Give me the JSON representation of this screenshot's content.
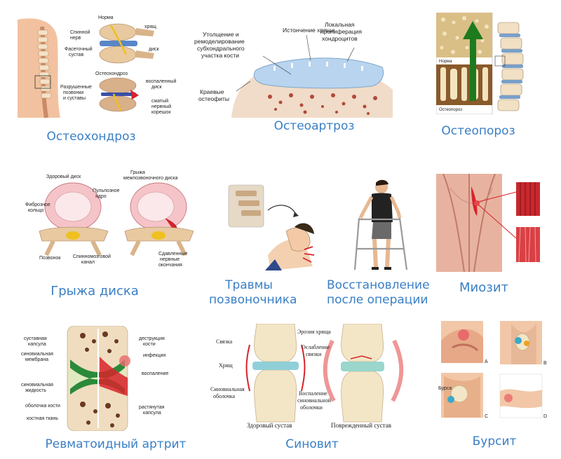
{
  "captions": {
    "osteochondrosis": "Остеохондроз",
    "osteoarthrosis": "Остеоартроз",
    "osteoporosis": "Остеопороз",
    "disc_hernia": "Грыжа диска",
    "spine_trauma_l1": "Травмы",
    "spine_trauma_l2": "позвоночника",
    "recovery_l1": "Восстановление",
    "recovery_l2": "после операции",
    "myositis": "Миозит",
    "rheumatoid": "Ревматоидный артрит",
    "synovitis": "Синовит",
    "bursitis": "Бурсит"
  },
  "osteochondrosis_labels": {
    "norm": "Норма",
    "spinal_nerve_1": "Спинной",
    "spinal_nerve_2": "нерв",
    "cartilage": "хрящ",
    "facet_1": "Фасеточный",
    "facet_2": "сустав",
    "disc": "диск",
    "osteochondrosis": "Остеохондроз",
    "destroyed_1": "Разрушенные",
    "destroyed_2": "позвонки",
    "destroyed_3": "и суставы",
    "inflamed_1": "воспаленный",
    "inflamed_2": "диск",
    "pinched_1": "сжатый",
    "pinched_2": "нервный",
    "pinched_3": "корешок"
  },
  "osteoarthrosis_labels": {
    "thinning": "Истончение хряща",
    "local_1": "Локальная",
    "local_2": "пролиферация",
    "local_3": "хондроцитов",
    "thick_1": "Утолщение и",
    "thick_2": "ремоделирование",
    "thick_3": "субхондрального",
    "thick_4": "участка кости",
    "edge_1": "Краевые",
    "edge_2": "остеофиты"
  },
  "osteoporosis_labels": {
    "norm": "Норма",
    "osteoporosis": "Остеопороз"
  },
  "hernia_labels": {
    "healthy": "Здоровый диск",
    "hernia_1": "Грыжа",
    "hernia_2": "межпозвоночного диска",
    "fibrous_1": "Фиброзное",
    "fibrous_2": "кольцо",
    "pulpous_1": "Пульпозное",
    "pulpous_2": "ядро",
    "vertebra": "Позвонок",
    "canal_1": "Спинномозговой",
    "canal_2": "канал",
    "squeezed_1": "Сдавленные",
    "squeezed_2": "нервные",
    "squeezed_3": "окончания"
  },
  "rheum_labels": {
    "capsule_1": "суставная",
    "capsule_2": "капсула",
    "synmem_1": "синовиальная",
    "synmem_2": "мембрана",
    "synfluid_1": "синовиальная",
    "synfluid_2": "жидкость",
    "bonecover": "оболочка кости",
    "bonetissue": "костная ткань",
    "destruct_1": "деструкция",
    "destruct_2": "кости",
    "infection": "инфекция",
    "inflammation": "воспаление",
    "stretched_1": "растянутая",
    "stretched_2": "капсула"
  },
  "synovitis_labels": {
    "ligament": "Связка",
    "cartilage": "Хрящ",
    "synmem_1": "Синовиальная",
    "synmem_2": "оболочка",
    "erosion": "Эрозия хряща",
    "weak_1": "Ослабление",
    "weak_2": "связки",
    "infl_1": "Воспаление",
    "infl_2": "синовиальной",
    "infl_3": "оболочки",
    "healthy": "Здоровый сустав",
    "damaged": "Поврежденный сустав"
  },
  "bursitis_labels": {
    "a": "A",
    "b": "B",
    "c": "C",
    "d": "D",
    "bursa": "Бурса"
  },
  "colors": {
    "caption": "#3a7fc4",
    "inflammation": "#d8232a",
    "bone": "#e8c9a0",
    "arrow": "#1e7a1e"
  }
}
